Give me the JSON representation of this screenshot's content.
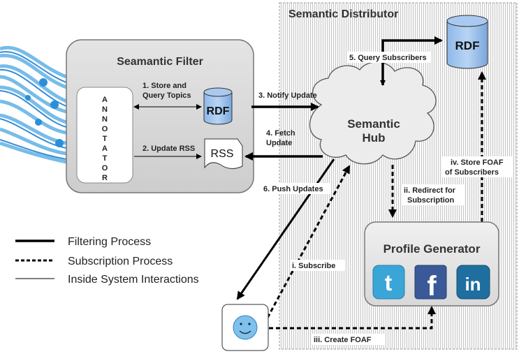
{
  "distributor": {
    "title": "Semantic Distributor"
  },
  "filter": {
    "title": "Seamantic Filter",
    "annotator_letters": [
      "A",
      "N",
      "N",
      "O",
      "T",
      "A",
      "T",
      "O",
      "R"
    ],
    "rdf_label": "RDF",
    "rss_label": "RSS",
    "store_query_line1": "1. Store and",
    "store_query_line2": "Query Topics",
    "update_rss": "2. Update RSS"
  },
  "hub": {
    "line1": "Semantic",
    "line2": "Hub"
  },
  "distributor_rdf_label": "RDF",
  "arrows": {
    "notify_update": "3. Notify Update",
    "fetch_update_line1": "4. Fetch",
    "fetch_update_line2": "Update",
    "query_subscribers": "5. Query Subscribers",
    "push_updates": "6. Push Updates",
    "subscribe": "i. Subscribe",
    "redirect_line1": "ii. Redirect for",
    "redirect_line2": "Subscription",
    "create_foaf": "iii. Create FOAF",
    "store_foaf_line1": "iv. Store FOAF",
    "store_foaf_line2": "of Subscribers"
  },
  "profile": {
    "title": "Profile Generator",
    "icons": [
      {
        "name": "twitter-icon",
        "color": "#3aa6d8"
      },
      {
        "name": "facebook-icon",
        "color": "#3b5998"
      },
      {
        "name": "linkedin-icon",
        "color": "#1f6ea0"
      }
    ]
  },
  "legend": {
    "filtering": "Filtering Process",
    "subscription": "Subscription Process",
    "inside": "Inside System Interactions"
  }
}
